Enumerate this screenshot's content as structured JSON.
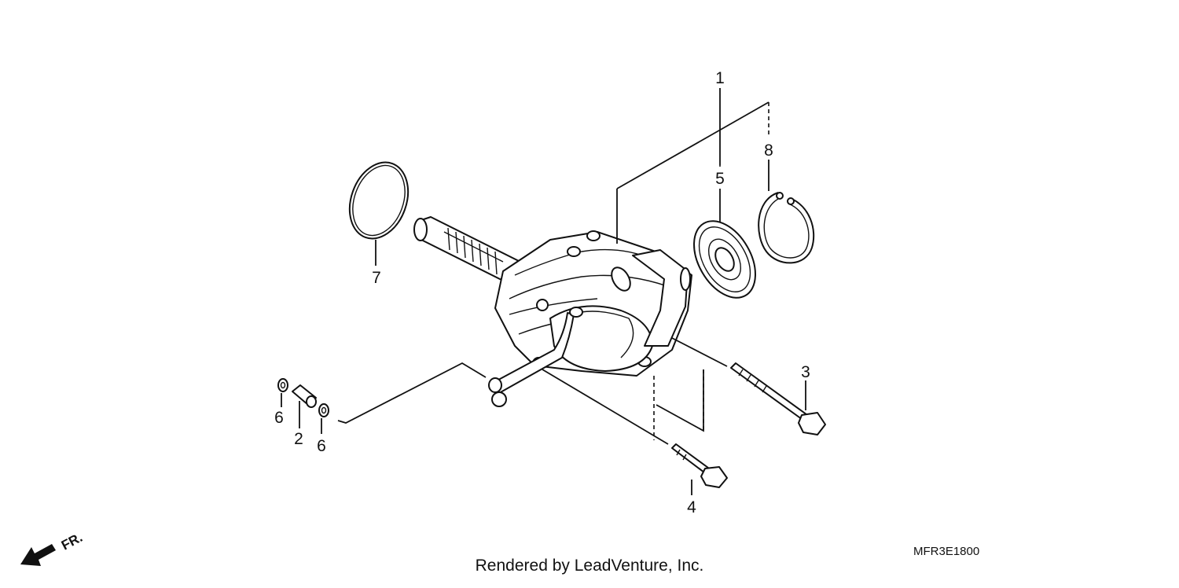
{
  "callouts": {
    "c1": "1",
    "c2": "2",
    "c3": "3",
    "c4": "4",
    "c5": "5",
    "c6a": "6",
    "c6b": "6",
    "c7": "7",
    "c8": "8"
  },
  "direction_label": "FR.",
  "diagram_code": "MFR3E1800",
  "render_credit": "Rendered by LeadVenture, Inc."
}
